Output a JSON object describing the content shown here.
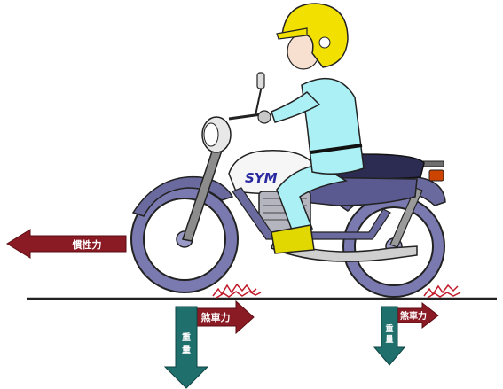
{
  "labels": {
    "inertia": "慣性力",
    "brake_front": "煞車力",
    "brake_rear": "煞車力",
    "weight_front": "重量",
    "weight_rear": "重量"
  },
  "logo": {
    "text": "SYM"
  },
  "colors": {
    "arrow_red": "#8a1a24",
    "arrow_teal": "#1f6f6c",
    "frame_purple": "#6a6a9e",
    "rider_suit": "#aaf0f5",
    "helmet": "#f2e000",
    "boots": "#e0d800",
    "skid_marks": "#c01a2a",
    "ground": "#222222"
  }
}
